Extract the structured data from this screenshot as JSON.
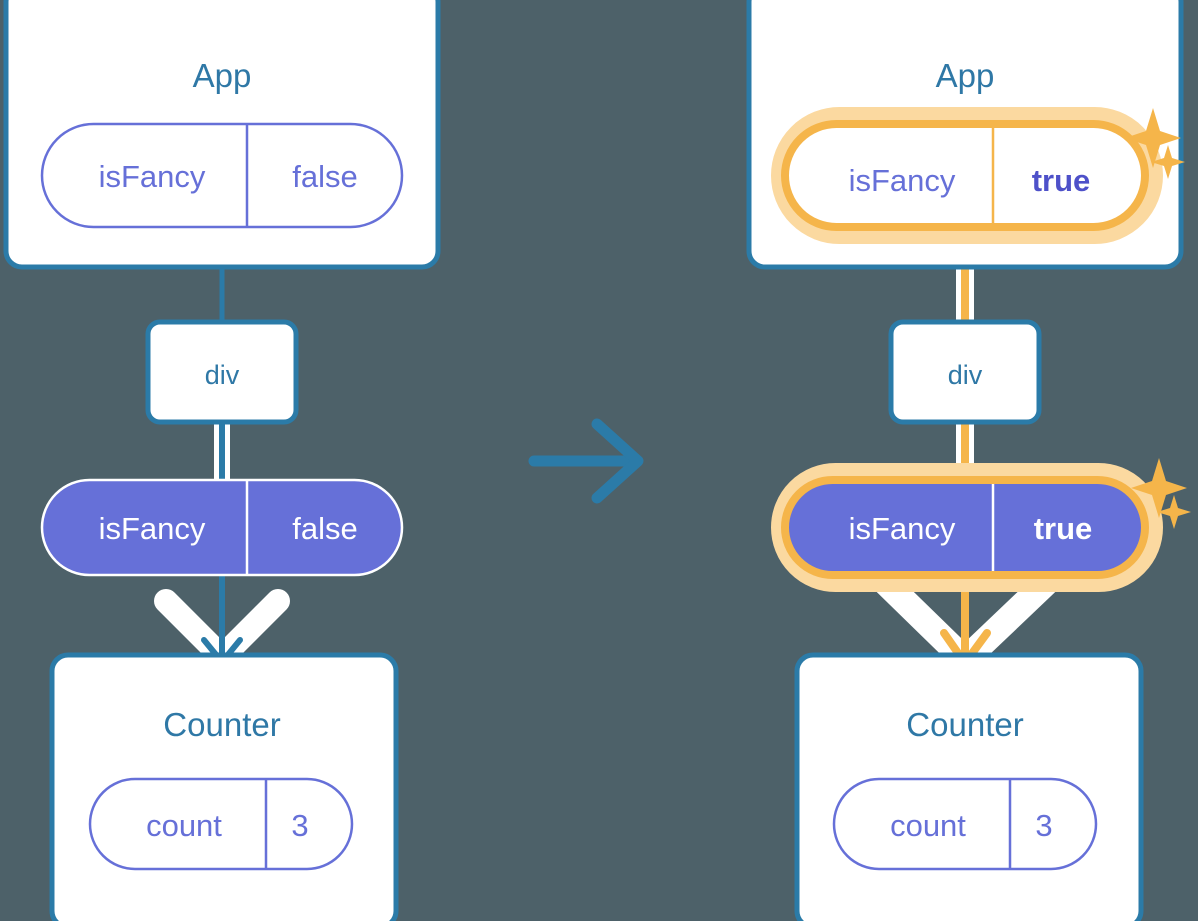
{
  "palette": {
    "background": "#4d6169",
    "blue": "#2b7ba8",
    "blue_text": "#2f78a6",
    "purple": "#6670d8",
    "purple_text_dark": "#4e51c9",
    "white": "#ffffff",
    "orange": "#f5b54a",
    "orange_glow": "#fbd9a0",
    "faint_blue_line": "#cfd9ef",
    "faint_orange_line": "#fbe2b8"
  },
  "transition": {
    "arrow_icon": "arrow-right-icon",
    "label": ""
  },
  "before": {
    "app": {
      "title": "App",
      "state": {
        "key": "isFancy",
        "value": "false",
        "highlighted": false
      }
    },
    "div": {
      "label": "div"
    },
    "prop": {
      "key": "isFancy",
      "value": "false",
      "highlighted": false
    },
    "counter": {
      "title": "Counter",
      "state": {
        "key": "count",
        "value": "3",
        "highlighted": false
      }
    },
    "connector_color": "#2b7ba8",
    "arrow_color": "#2b7ba8",
    "sparkles": false
  },
  "after": {
    "app": {
      "title": "App",
      "state": {
        "key": "isFancy",
        "value": "true",
        "highlighted": true
      }
    },
    "div": {
      "label": "div"
    },
    "prop": {
      "key": "isFancy",
      "value": "true",
      "highlighted": true
    },
    "counter": {
      "title": "Counter",
      "state": {
        "key": "count",
        "value": "3",
        "highlighted": false
      }
    },
    "connector_color": "#f5b54a",
    "arrow_color": "#f5b54a",
    "sparkles": true,
    "sparkle_icons": [
      "sparkle-large-icon",
      "sparkle-small-icon"
    ]
  }
}
